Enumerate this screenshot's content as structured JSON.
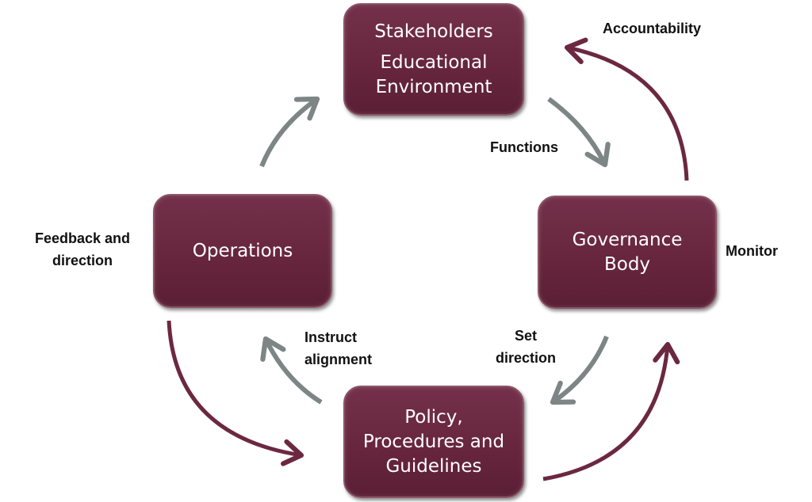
{
  "boxes": {
    "stakeholders": {
      "line1": "Stakeholders",
      "line2": "Educational",
      "line3": "Environment"
    },
    "operations": {
      "line1": "Operations"
    },
    "governance": {
      "line1": "Governance",
      "line2": "Body"
    },
    "policy": {
      "line1": "Policy,",
      "line2": "Procedures and",
      "line3": "Guidelines"
    }
  },
  "labels": {
    "accountability": "Accountability",
    "functions": "Functions",
    "monitor": "Monitor",
    "feedback_1": "Feedback and",
    "feedback_2": "direction",
    "instruct_1": "Instruct",
    "instruct_2": "alignment",
    "set_1": "Set",
    "set_2": "direction"
  },
  "colors": {
    "box": "#6b2840",
    "maroon_arrow": "#6b2840",
    "gray_arrow": "#7d8585"
  }
}
